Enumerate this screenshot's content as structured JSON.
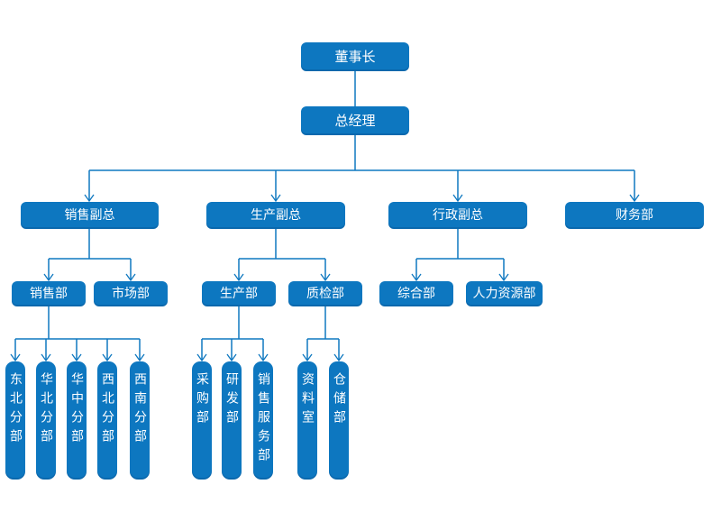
{
  "colors": {
    "box_fill": "#0d77c0",
    "line": "#0f78c0",
    "box_text": "#ffffff",
    "background": "#ffffff"
  },
  "nodes": {
    "chairman": {
      "label": "董事长"
    },
    "general_manager": {
      "label": "总经理"
    },
    "vp_sales": {
      "label": "销售副总"
    },
    "vp_production": {
      "label": "生产副总"
    },
    "vp_admin": {
      "label": "行政副总"
    },
    "finance_dept": {
      "label": "财务部"
    },
    "sales_dept": {
      "label": "销售部"
    },
    "marketing_dept": {
      "label": "市场部"
    },
    "production_dept": {
      "label": "生产部"
    },
    "qc_dept": {
      "label": "质检部"
    },
    "general_affairs_dept": {
      "label": "综合部"
    },
    "hr_dept": {
      "label": "人力资源部"
    },
    "branch_northeast": {
      "label": "东北分部"
    },
    "branch_north": {
      "label": "华北分部"
    },
    "branch_central": {
      "label": "华中分部"
    },
    "branch_northwest": {
      "label": "西北分部"
    },
    "branch_southwest": {
      "label": "西南分部"
    },
    "purchasing_dept": {
      "label": "采购部"
    },
    "rnd_dept": {
      "label": "研发部"
    },
    "sales_service_dept": {
      "label": "销售服务部"
    },
    "archive_room": {
      "label": "资料室"
    },
    "warehouse_dept": {
      "label": "仓储部"
    }
  },
  "hierarchy": {
    "root": "董事长",
    "tree": {
      "董事长": [
        "总经理"
      ],
      "总经理": [
        "销售副总",
        "生产副总",
        "行政副总",
        "财务部"
      ],
      "销售副总": [
        "销售部",
        "市场部"
      ],
      "销售部": [
        "东北分部",
        "华北分部",
        "华中分部",
        "西北分部",
        "西南分部"
      ],
      "生产副总": [
        "生产部",
        "质检部"
      ],
      "生产部": [
        "采购部",
        "研发部",
        "销售服务部"
      ],
      "质检部": [
        "资料室",
        "仓储部"
      ],
      "行政副总": [
        "综合部",
        "人力资源部"
      ]
    }
  }
}
